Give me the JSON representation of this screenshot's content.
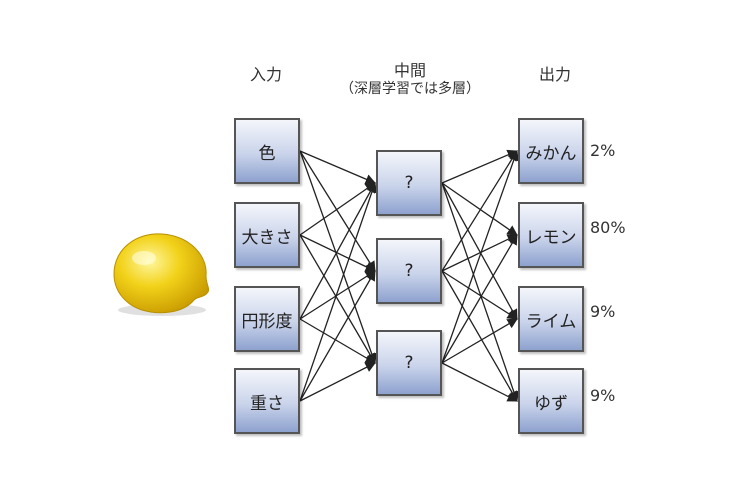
{
  "headers": {
    "input": "入力",
    "middle": "中間",
    "middle_note": "（深層学習では多層）",
    "output": "出力"
  },
  "inputs": [
    {
      "label": "色"
    },
    {
      "label": "大きさ"
    },
    {
      "label": "円形度"
    },
    {
      "label": "重さ"
    }
  ],
  "hidden": [
    {
      "label": "?"
    },
    {
      "label": "?"
    },
    {
      "label": "?"
    }
  ],
  "outputs": [
    {
      "label": "みかん",
      "pct": "2%"
    },
    {
      "label": "レモン",
      "pct": "80%"
    },
    {
      "label": "ライム",
      "pct": "9%"
    },
    {
      "label": "ゆず",
      "pct": "9%"
    }
  ],
  "colors": {
    "lemon": "#f2d21a",
    "node_border": "#555555",
    "edge": "#222222"
  },
  "icons": {
    "lemon": "lemon-icon"
  }
}
